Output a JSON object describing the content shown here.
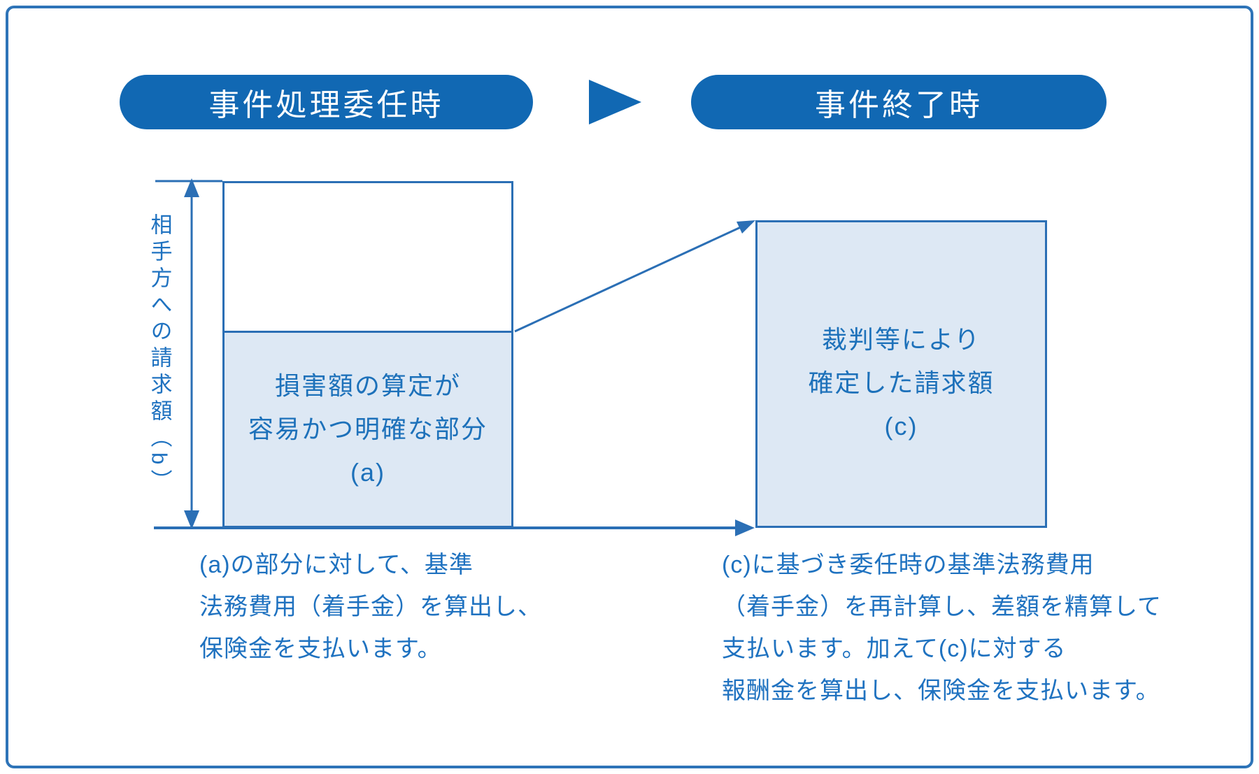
{
  "colors": {
    "brand_blue": "#1168b3",
    "line_blue": "#2b6fb5",
    "light_fill": "#dde8f4",
    "text_blue": "#1f72c0",
    "frame_border": "#2e74b8"
  },
  "phases": {
    "start": "事件処理委任時",
    "end": "事件終了時"
  },
  "diagram": {
    "axis_label": "相手方への請求額（b）",
    "box_a": {
      "lines": [
        "損害額の算定が",
        "容易かつ明確な部分",
        "(a)"
      ]
    },
    "box_c": {
      "lines": [
        "裁判等により",
        "確定した請求額",
        "(c)"
      ]
    }
  },
  "notes": {
    "left": {
      "lines": [
        "(a)の部分に対して、基準",
        "法務費用（着手金）を算出し、",
        "保険金を支払います。"
      ]
    },
    "right": {
      "lines": [
        "(c)に基づき委任時の基準法務費用",
        "（着手金）を再計算し、差額を精算して",
        "支払います。加えて(c)に対する",
        "報酬金を算出し、保険金を支払います。"
      ]
    }
  }
}
